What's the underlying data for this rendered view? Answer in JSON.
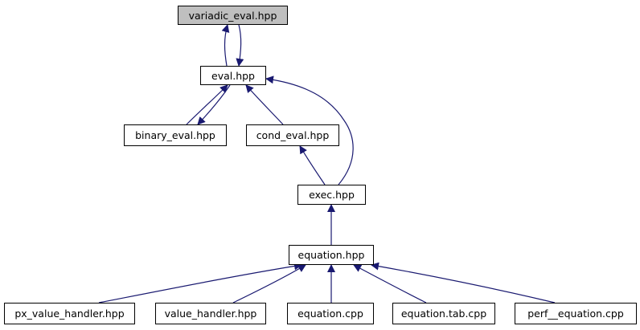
{
  "diagram": {
    "edge_color": "#191970",
    "root_fill": "#bfbfbf",
    "nodes": {
      "variadic_eval_hpp": "variadic_eval.hpp",
      "eval_hpp": "eval.hpp",
      "binary_eval_hpp": "binary_eval.hpp",
      "cond_eval_hpp": "cond_eval.hpp",
      "exec_hpp": "exec.hpp",
      "equation_hpp": "equation.hpp",
      "px_value_handler_hpp": "px_value_handler.hpp",
      "value_handler_hpp": "value_handler.hpp",
      "equation_cpp": "equation.cpp",
      "equation_tab_cpp": "equation.tab.cpp",
      "perf_equation_cpp": "perf__equation.cpp"
    },
    "edges": [
      {
        "from": "eval_hpp",
        "to": "variadic_eval_hpp"
      },
      {
        "from": "variadic_eval_hpp",
        "to": "eval_hpp"
      },
      {
        "from": "binary_eval_hpp",
        "to": "eval_hpp"
      },
      {
        "from": "eval_hpp",
        "to": "binary_eval_hpp"
      },
      {
        "from": "cond_eval_hpp",
        "to": "eval_hpp"
      },
      {
        "from": "exec_hpp",
        "to": "eval_hpp"
      },
      {
        "from": "exec_hpp",
        "to": "cond_eval_hpp"
      },
      {
        "from": "equation_hpp",
        "to": "exec_hpp"
      },
      {
        "from": "px_value_handler_hpp",
        "to": "equation_hpp"
      },
      {
        "from": "value_handler_hpp",
        "to": "equation_hpp"
      },
      {
        "from": "equation_cpp",
        "to": "equation_hpp"
      },
      {
        "from": "equation_tab_cpp",
        "to": "equation_hpp"
      },
      {
        "from": "perf_equation_cpp",
        "to": "equation_hpp"
      }
    ]
  }
}
